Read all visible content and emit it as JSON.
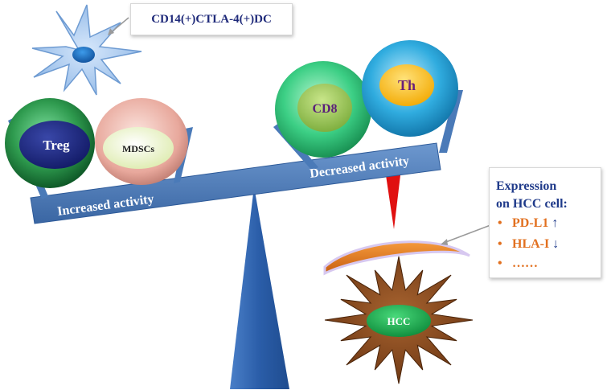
{
  "dc_label": "CD14(+)CTLA-4(+)DC",
  "beam": {
    "left_label": "Increased activity",
    "right_label": "Decreased activity"
  },
  "cells": {
    "treg": "Treg",
    "mdscs": "MDSCs",
    "cd8": "CD8",
    "th": "Th",
    "hcc": "HCC"
  },
  "expression_box": {
    "title_line1": "Expression",
    "title_line2": "on HCC cell:",
    "items": [
      {
        "bullet": "•",
        "label": "PD-L1",
        "arrow": "↑"
      },
      {
        "bullet": "•",
        "label": "HLA-I",
        "arrow": "↓"
      },
      {
        "bullet": "•",
        "label": "……",
        "arrow": ""
      }
    ]
  },
  "colors": {
    "beam": "#4a7ab8",
    "fulcrum": "#2e63ad",
    "treg_ring": "#2e9a4e",
    "treg_core": "#1a237e",
    "mdscs_ring": "#e8b0a6",
    "mdscs_core": "#eef5c8",
    "cd8_ring": "#33c27a",
    "cd8_core": "#93c24f",
    "th_ring": "#27a7dd",
    "th_core": "#ffc21a",
    "hcc_star": "#8a4a1e",
    "hcc_nucleus": "#1aa34a",
    "receptor_arc": "#e47a1f",
    "red_spike": "#e01010",
    "text_navy": "#1f2a7a",
    "text_orange": "#e2701f"
  }
}
